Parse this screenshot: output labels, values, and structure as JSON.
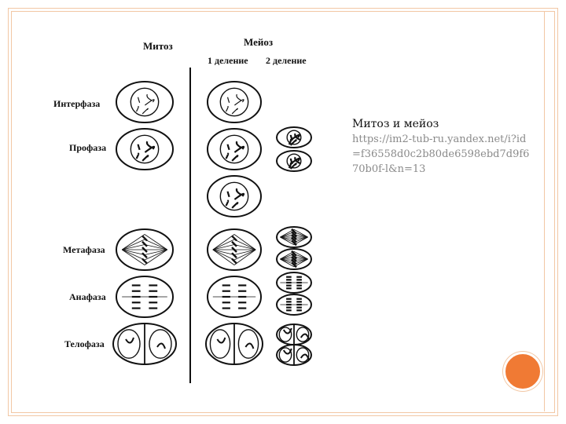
{
  "figure": {
    "header_mitosis": "Митоз",
    "header_meiosis": "Мейоз",
    "header_division1": "1 деление",
    "header_division2": "2 деление",
    "phases": [
      "Интерфаза",
      "Профаза",
      "Метафаза",
      "Анафаза",
      "Телофаза"
    ]
  },
  "caption": {
    "title": "Митоз и мейоз",
    "url": "https://im2-tub-ru.yandex.net/i?id=f36558d0c2b80de6598ebd7d9f670b0f-l&n=13"
  },
  "colors": {
    "accent": "#f07a34",
    "border": "#f2c7a4"
  }
}
